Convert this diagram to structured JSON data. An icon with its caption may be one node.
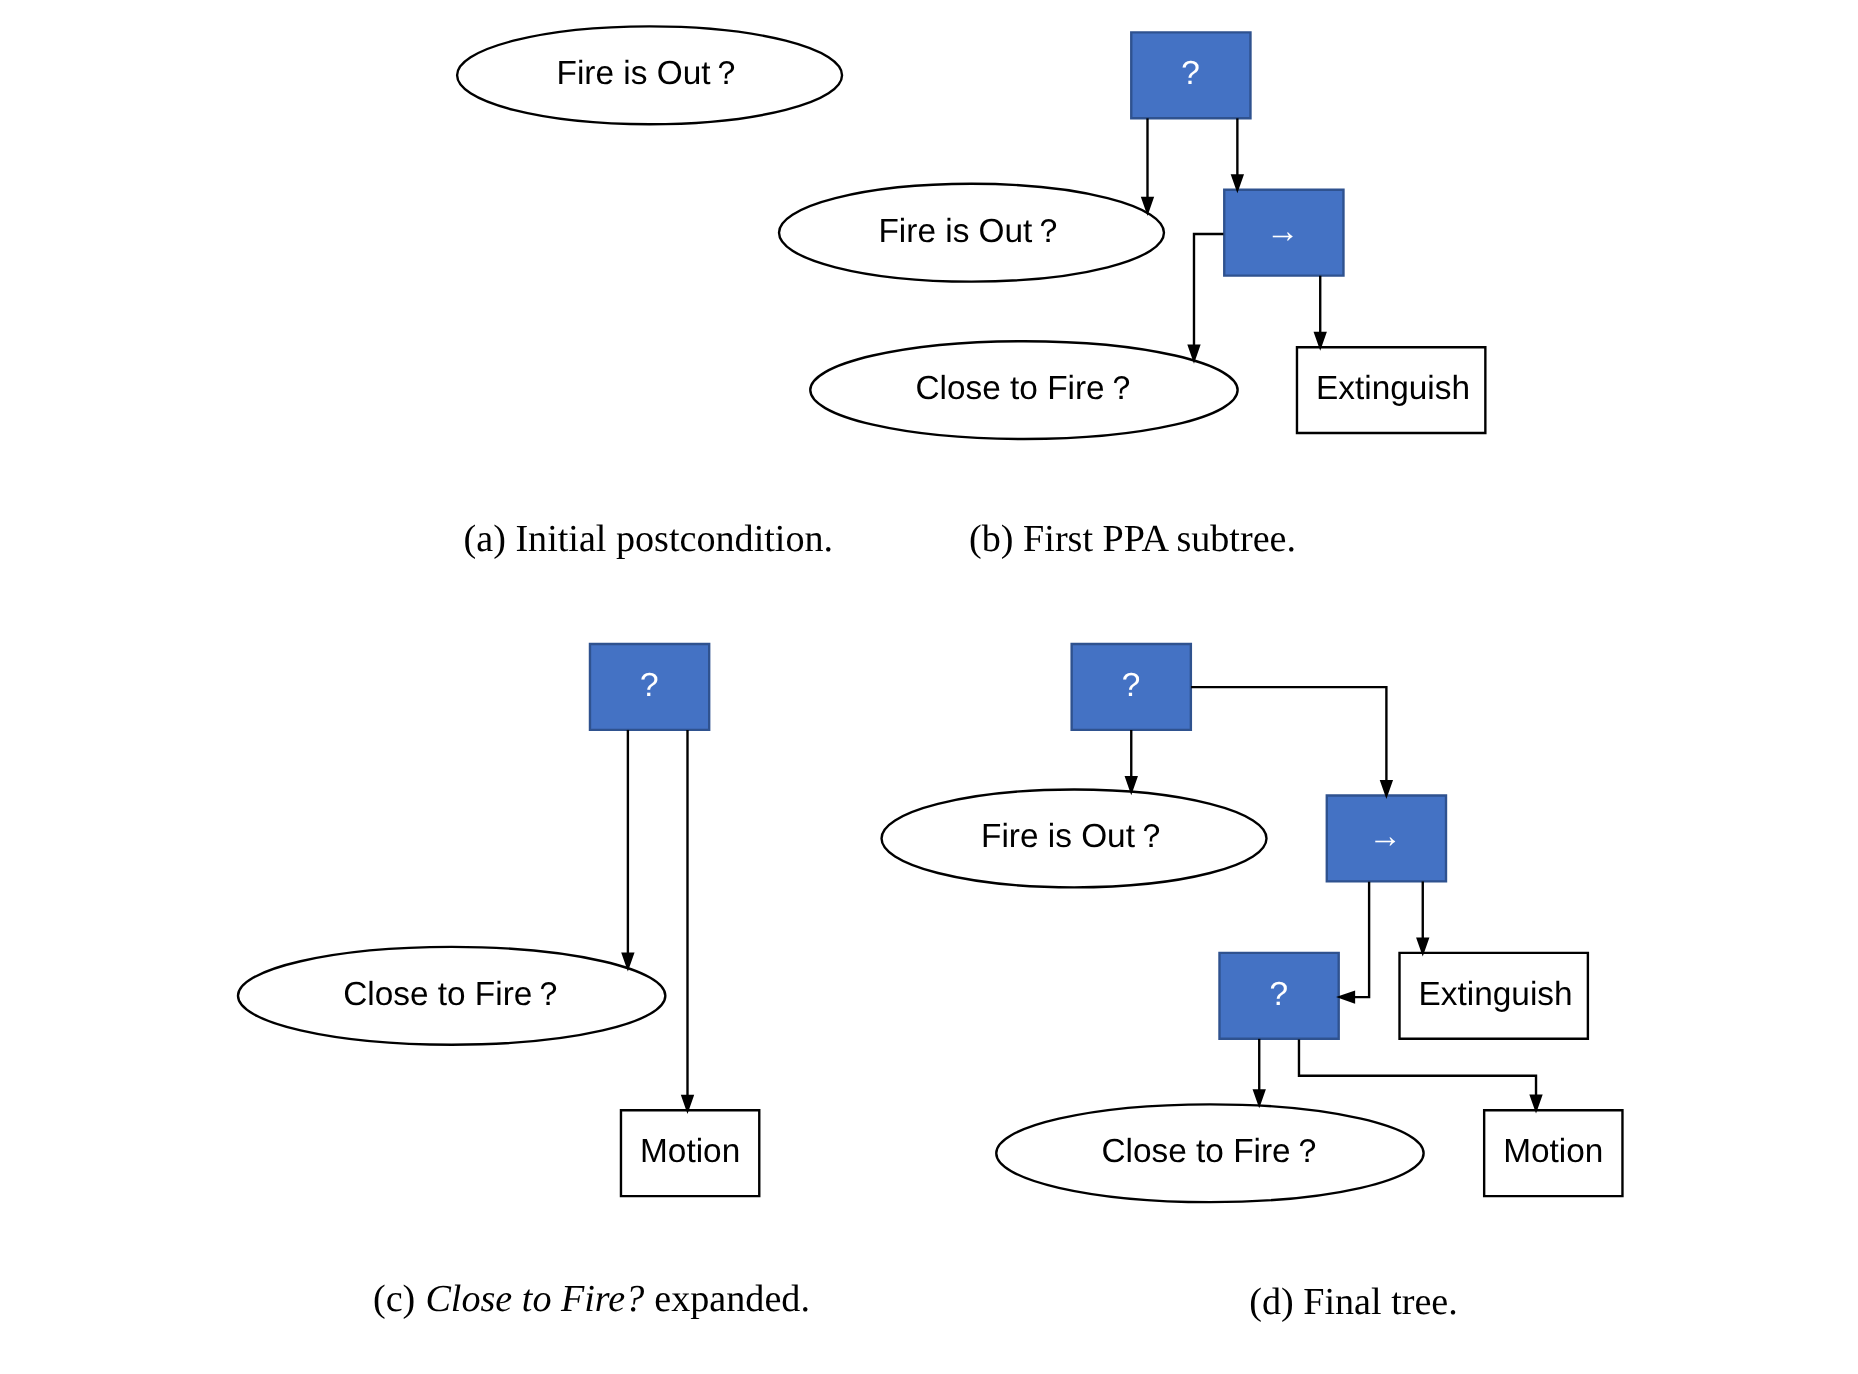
{
  "diagram": {
    "nodes": [
      {
        "text": [
          "Fire is Out？"
        ]
      },
      {
        "text": [
          "?"
        ]
      },
      {
        "text": [
          "Fire is Out？"
        ]
      },
      {
        "text": [
          "→"
        ]
      },
      {
        "text": [
          "Close to Fire？"
        ]
      },
      {
        "text": [
          "Extinguish"
        ]
      },
      {
        "text": [
          "?"
        ]
      },
      {
        "text": [
          "Close to Fire？"
        ]
      },
      {
        "text": [
          "Motion"
        ]
      },
      {
        "text": [
          "?"
        ]
      },
      {
        "text": [
          "Fire is Out？"
        ]
      },
      {
        "text": [
          "→"
        ]
      },
      {
        "text": [
          "?"
        ]
      },
      {
        "text": [
          "Extinguish"
        ]
      },
      {
        "text": [
          "Close to Fire？"
        ]
      },
      {
        "text": [
          "Motion"
        ]
      }
    ],
    "edges": [
      {
        "from": 1,
        "to": 2,
        "arrow": "to"
      },
      {
        "from": 1,
        "to": 3,
        "arrow": "to"
      },
      {
        "from": 3,
        "to": 4,
        "arrow": "to"
      },
      {
        "from": 3,
        "to": 5,
        "arrow": "to"
      },
      {
        "from": 6,
        "to": 7,
        "arrow": "to"
      },
      {
        "from": 6,
        "to": 8,
        "arrow": "to"
      },
      {
        "from": 9,
        "to": 10,
        "arrow": "to"
      },
      {
        "from": 9,
        "to": 11,
        "arrow": "to"
      },
      {
        "from": 11,
        "to": 12,
        "arrow": "to"
      },
      {
        "from": 11,
        "to": 13,
        "arrow": "to"
      },
      {
        "from": 12,
        "to": 14,
        "arrow": "to"
      },
      {
        "from": 12,
        "to": 15,
        "arrow": "to"
      }
    ],
    "labels": [
      "(a) Initial postcondition.",
      "(b) First PPA subtree.",
      "(c) *Close to Fire?* expanded.",
      "(d) Final tree."
    ]
  }
}
